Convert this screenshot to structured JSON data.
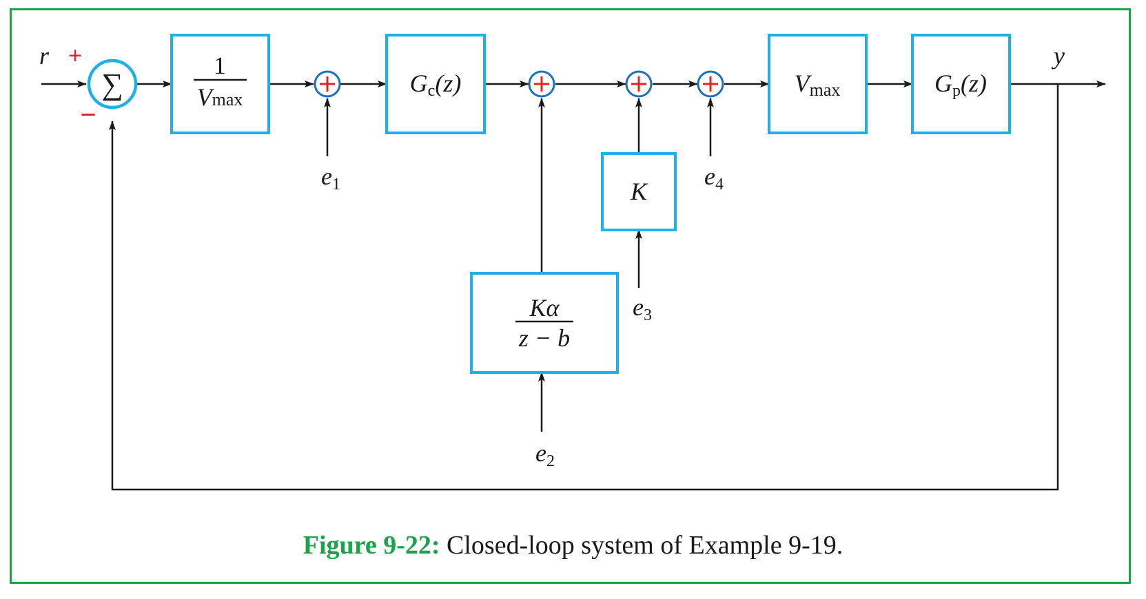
{
  "colors": {
    "frame": "#1aa34a",
    "block_border": "#1fb0e8",
    "summer_border": "#1f6fbf",
    "sign": "#e02424",
    "wire": "#1a1a1a",
    "caption_lead": "#1aa34a"
  },
  "diagram": {
    "input_label": "r",
    "output_label": "y",
    "summer_symbol": "∑",
    "summer_plus": "+",
    "summer_minus": "−",
    "blocks": {
      "inv_vmax": {
        "num": "1",
        "den_main": "V",
        "den_sub": "max"
      },
      "gc": {
        "main": "G",
        "sub": "c",
        "arg": "(z)"
      },
      "k": {
        "label": "K"
      },
      "ka": {
        "num": "Kα",
        "den": "z − b"
      },
      "vmax": {
        "main": "V",
        "sub": "max"
      },
      "gp": {
        "main": "G",
        "sub": "p",
        "arg": "(z)"
      }
    },
    "disturbances": {
      "e1": {
        "main": "e",
        "sub": "1"
      },
      "e2": {
        "main": "e",
        "sub": "2"
      },
      "e3": {
        "main": "e",
        "sub": "3"
      },
      "e4": {
        "main": "e",
        "sub": "4"
      }
    }
  },
  "caption": {
    "lead": "Figure 9-22:",
    "text": " Closed-loop system of Example 9-19."
  }
}
